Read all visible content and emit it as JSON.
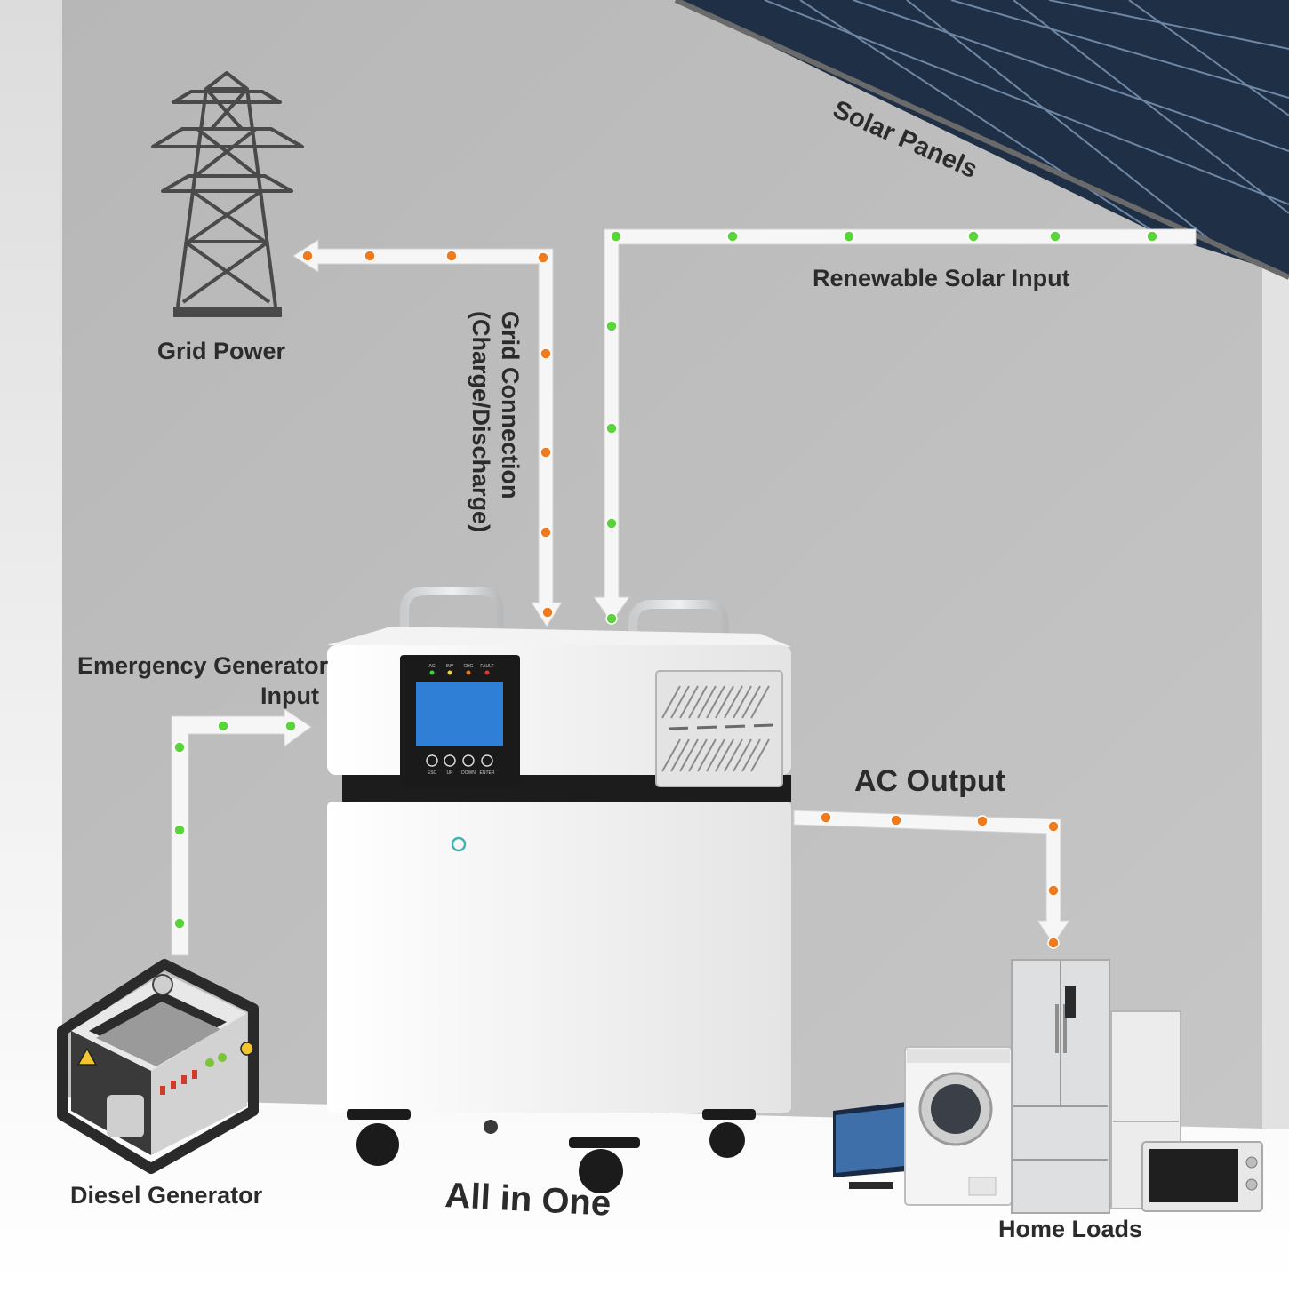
{
  "labels": {
    "solar_panels": "Solar Panels",
    "renewable_solar_input": "Renewable Solar Input",
    "grid_power": "Grid Power",
    "grid_connection_line1": "Grid Connection",
    "grid_connection_line2": "(Charge/Discharge)",
    "emergency_generator_line1": "Emergency Generator",
    "emergency_generator_line2": "Input",
    "ac_output": "AC Output",
    "diesel_generator": "Diesel Generator",
    "all_in_one": "All in One",
    "home_loads": "Home Loads"
  },
  "unit_panel": {
    "indicators": [
      "AC",
      "INV",
      "CHG",
      "FAULT"
    ],
    "buttons": [
      "ESC",
      "UP",
      "DOWN",
      "ENTER"
    ]
  },
  "flows": [
    {
      "id": "solar-to-unit",
      "dot_color": "#5ad43a"
    },
    {
      "id": "unit-to-grid",
      "dot_color": "#f07a1e"
    },
    {
      "id": "generator-to-unit",
      "dot_color": "#5ad43a"
    },
    {
      "id": "unit-to-home",
      "dot_color": "#f07a1e"
    }
  ],
  "colors": {
    "wall": "#bdbdbd",
    "floor": "#ececec",
    "path": "#f6f6f6",
    "screen": "#2f7fd6",
    "green_dot": "#5ad43a",
    "orange_dot": "#f07a1e"
  }
}
